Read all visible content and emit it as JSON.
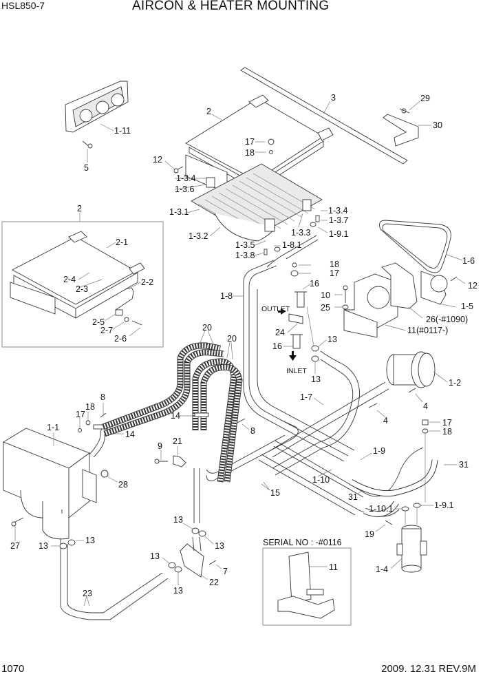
{
  "header": {
    "model": "HSL850-7",
    "title": "AIRCON & HEATER MOUNTING"
  },
  "footer": {
    "page_number": "1070",
    "revision": "2009. 12.31  REV.9M"
  },
  "inset_boxes": {
    "frame_detail": {
      "label": "2"
    },
    "serial_detail": {
      "title": "SERIAL NO : -#0116",
      "part_label": "11"
    }
  },
  "flow_labels": {
    "outlet": "OUTLET",
    "inlet": "INLET"
  },
  "callouts": [
    {
      "id": "c-1-11",
      "text": "1-11"
    },
    {
      "id": "c-5",
      "text": "5"
    },
    {
      "id": "c-2-top",
      "text": "2"
    },
    {
      "id": "c-3",
      "text": "3"
    },
    {
      "id": "c-29",
      "text": "29"
    },
    {
      "id": "c-30",
      "text": "30"
    },
    {
      "id": "c-17a",
      "text": "17"
    },
    {
      "id": "c-18a",
      "text": "18"
    },
    {
      "id": "c-12a",
      "text": "12"
    },
    {
      "id": "c-1-3-4a",
      "text": "1-3.4"
    },
    {
      "id": "c-1-3-6",
      "text": "1-3.6"
    },
    {
      "id": "c-1-3-1",
      "text": "1-3.1"
    },
    {
      "id": "c-1-3-2",
      "text": "1-3.2"
    },
    {
      "id": "c-1-3-5",
      "text": "1-3.5"
    },
    {
      "id": "c-1-3-8",
      "text": "1-3.8"
    },
    {
      "id": "c-1-8-1",
      "text": "1-8.1"
    },
    {
      "id": "c-1-3-3",
      "text": "1-3.3"
    },
    {
      "id": "c-1-3-4b",
      "text": "1-3.4"
    },
    {
      "id": "c-1-3-7",
      "text": "1-3.7"
    },
    {
      "id": "c-1-9-1a",
      "text": "1-9.1"
    },
    {
      "id": "c-18b",
      "text": "18"
    },
    {
      "id": "c-17b",
      "text": "17"
    },
    {
      "id": "c-1-6",
      "text": "1-6"
    },
    {
      "id": "c-12b",
      "text": "12"
    },
    {
      "id": "c-1-5",
      "text": "1-5"
    },
    {
      "id": "c-10",
      "text": "10"
    },
    {
      "id": "c-25",
      "text": "25"
    },
    {
      "id": "c-26",
      "text": "26(-#1090)"
    },
    {
      "id": "c-11",
      "text": "11(#0117-)"
    },
    {
      "id": "c-16a",
      "text": "16"
    },
    {
      "id": "c-24",
      "text": "24"
    },
    {
      "id": "c-16b",
      "text": "16"
    },
    {
      "id": "c-13a",
      "text": "13"
    },
    {
      "id": "c-13b",
      "text": "13"
    },
    {
      "id": "c-1-8",
      "text": "1-8"
    },
    {
      "id": "c-1-2",
      "text": "1-2"
    },
    {
      "id": "c-4a",
      "text": "4"
    },
    {
      "id": "c-4b",
      "text": "4"
    },
    {
      "id": "c-1-7",
      "text": "1-7"
    },
    {
      "id": "c-20a",
      "text": "20"
    },
    {
      "id": "c-20b",
      "text": "20"
    },
    {
      "id": "c-2-1",
      "text": "2-1"
    },
    {
      "id": "c-2-4",
      "text": "2-4"
    },
    {
      "id": "c-2-3",
      "text": "2-3"
    },
    {
      "id": "c-2-2",
      "text": "2-2"
    },
    {
      "id": "c-2-5",
      "text": "2-5"
    },
    {
      "id": "c-2-7",
      "text": "2-7"
    },
    {
      "id": "c-2-6",
      "text": "2-6"
    },
    {
      "id": "c-8a",
      "text": "8"
    },
    {
      "id": "c-18c",
      "text": "18"
    },
    {
      "id": "c-17c",
      "text": "17"
    },
    {
      "id": "c-1-1",
      "text": "1-1"
    },
    {
      "id": "c-14a",
      "text": "14"
    },
    {
      "id": "c-14b",
      "text": "14"
    },
    {
      "id": "c-8b",
      "text": "8"
    },
    {
      "id": "c-9",
      "text": "9"
    },
    {
      "id": "c-21",
      "text": "21"
    },
    {
      "id": "c-28",
      "text": "28"
    },
    {
      "id": "c-17d",
      "text": "17"
    },
    {
      "id": "c-18d",
      "text": "18"
    },
    {
      "id": "c-1-9",
      "text": "1-9"
    },
    {
      "id": "c-31a",
      "text": "31"
    },
    {
      "id": "c-1-10",
      "text": "1-10"
    },
    {
      "id": "c-31b",
      "text": "31"
    },
    {
      "id": "c-15",
      "text": "15"
    },
    {
      "id": "c-1-10-1",
      "text": "1-10.1"
    },
    {
      "id": "c-1-9-1b",
      "text": "1-9.1"
    },
    {
      "id": "c-19",
      "text": "19"
    },
    {
      "id": "c-1-4",
      "text": "1-4"
    },
    {
      "id": "c-27",
      "text": "27"
    },
    {
      "id": "c-13c",
      "text": "13"
    },
    {
      "id": "c-13d",
      "text": "13"
    },
    {
      "id": "c-13e",
      "text": "13"
    },
    {
      "id": "c-13f",
      "text": "13"
    },
    {
      "id": "c-13g",
      "text": "13"
    },
    {
      "id": "c-13h",
      "text": "13"
    },
    {
      "id": "c-7",
      "text": "7"
    },
    {
      "id": "c-22",
      "text": "22"
    },
    {
      "id": "c-23",
      "text": "23"
    }
  ]
}
